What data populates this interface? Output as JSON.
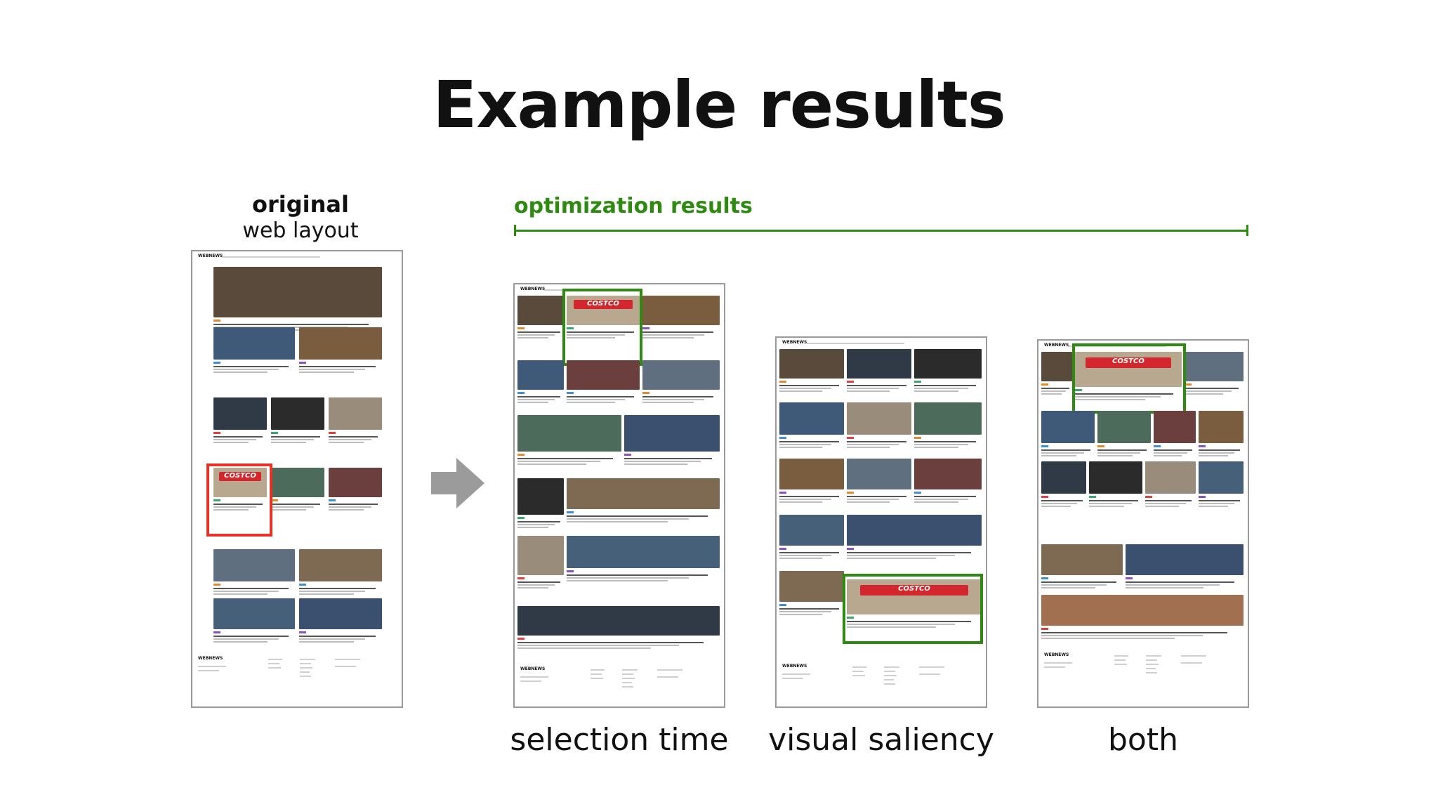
{
  "title": "Example results",
  "original_label": {
    "line1": "original",
    "line2": "web layout"
  },
  "optimization_label": "optimization results",
  "captions": {
    "selection_time": "selection time",
    "visual_saliency": "visual saliency",
    "both": "both"
  },
  "mock": {
    "logo": "WEBNEWS",
    "costco": "COSTCO"
  },
  "colors": {
    "accent_green": "#2f8a12",
    "highlight_red": "#e53224",
    "arrow_gray": "#9b9b9b"
  }
}
